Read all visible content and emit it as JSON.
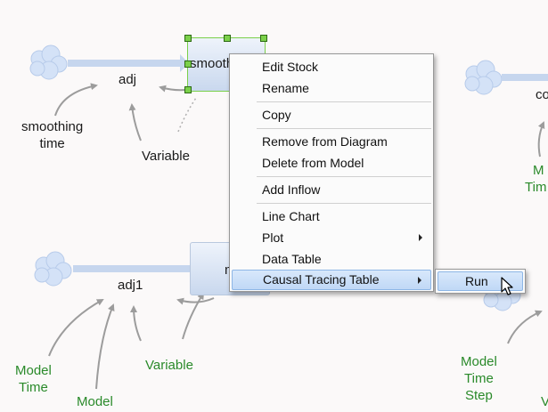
{
  "diagram": {
    "labels": {
      "adj": "adj",
      "smoothing_time_line1": "smoothing",
      "smoothing_time_line2": "time",
      "variable_top": "Variable",
      "adj1": "adj1",
      "variable_bottom": "Variable",
      "model_time_left_line1": "Model",
      "model_time_left_line2": "Time",
      "model_bottom": "Model",
      "model_time_step_line1": "Model",
      "model_time_step_line2": "Time",
      "model_time_step_line3": "Step",
      "right_clipped_top": "co",
      "right_green_line1": "M",
      "right_green_line2": "Tim",
      "right_bottom_clipped": "V"
    },
    "stocks": {
      "smoothed": "smoothed",
      "mean": "mean"
    },
    "colors": {
      "green_text": "#2a8a2a",
      "selection": "#7bd04a",
      "flow_pipe": "#c6d6ee"
    }
  },
  "context_menu": {
    "items": [
      {
        "label": "Edit Stock"
      },
      {
        "label": "Rename"
      },
      {
        "label": "Copy"
      },
      {
        "label": "Remove from Diagram"
      },
      {
        "label": "Delete from Model"
      },
      {
        "label": "Add Inflow"
      },
      {
        "label": "Line Chart"
      },
      {
        "label": "Plot"
      },
      {
        "label": "Data Table"
      },
      {
        "label": "Causal Tracing Table"
      }
    ],
    "submenu": {
      "items": [
        {
          "label": "Run"
        }
      ]
    }
  }
}
